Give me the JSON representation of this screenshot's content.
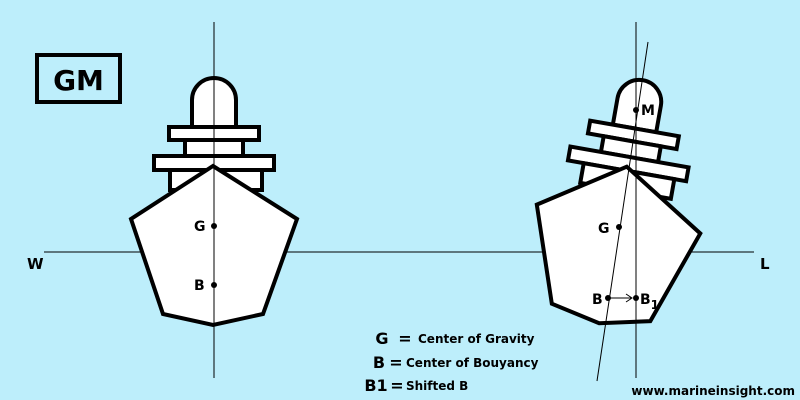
{
  "title": "GM",
  "waterline": {
    "left_label": "W",
    "right_label": "L"
  },
  "upright_ship": {
    "g_label": "G",
    "b_label": "B"
  },
  "heeled_ship": {
    "m_label": "M",
    "g_label": "G",
    "b_label": "B",
    "b1_label": "B",
    "b1_subscript": "1"
  },
  "legend": [
    {
      "symbol": "G",
      "eq": "=",
      "text": "Center of Gravity"
    },
    {
      "symbol": "B",
      "eq": "=",
      "text": "Center of Bouyancy"
    },
    {
      "symbol": "B1",
      "eq": "=",
      "text": "Shifted B"
    }
  ],
  "watermark": "www.marineinsight.com",
  "colors": {
    "background": "#bdeefb",
    "hull_fill": "#ffffff",
    "stroke": "#000000"
  }
}
